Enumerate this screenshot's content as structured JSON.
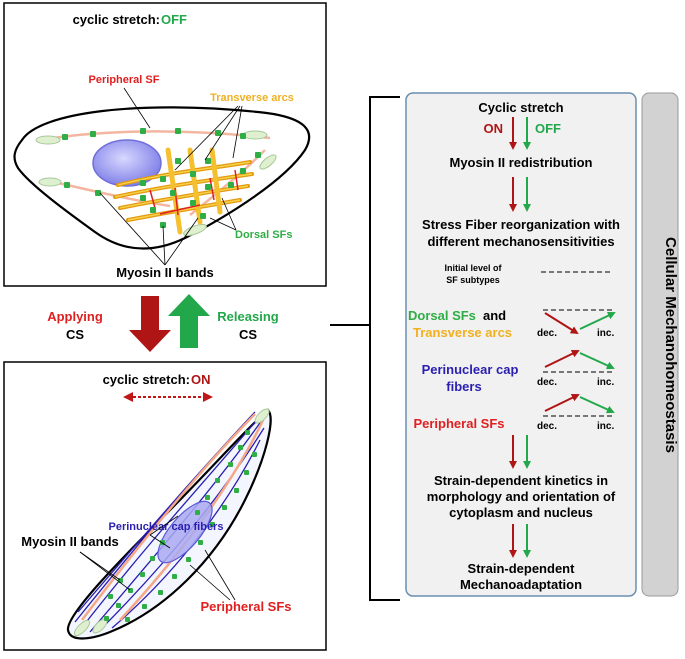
{
  "colors": {
    "off": "#22a84a",
    "on": "#b01515",
    "peripheral": "#e02020",
    "transverse": "#f0b020",
    "dorsal": "#2fae45",
    "perinuclear": "#2a1fb0",
    "nucleus": "#8f8ff0",
    "panel_bg": "#f1f1f1",
    "panel_border": "#6a8faf",
    "side_bg": "#d2d2d2"
  },
  "top_cell": {
    "title_prefix": "cyclic stretch: ",
    "title_state": "OFF",
    "label_peripheral": "Peripheral SF",
    "label_transverse": "Transverse arcs",
    "label_dorsal": "Dorsal SFs",
    "label_myosin": "Myosin II bands"
  },
  "transition": {
    "applying": "Applying",
    "applying_cs": "CS",
    "releasing": "Releasing",
    "releasing_cs": "CS"
  },
  "bottom_cell": {
    "title_prefix": "cyclic stretch: ",
    "title_state": "ON",
    "label_perinuclear": "Perinuclear cap fibers",
    "label_myosin": "Myosin II bands",
    "label_peripheral": "Peripheral SFs"
  },
  "flow": {
    "cyclic_stretch": "Cyclic stretch",
    "on": "ON",
    "off": "OFF",
    "myosin_redistribution": "Myosin II redistribution",
    "sf_reorg_line1": "Stress Fiber reorganization with",
    "sf_reorg_line2": "different mechanosensitivities",
    "initial_line1": "Initial level of",
    "initial_line2": "SF subtypes",
    "dorsal": "Dorsal SFs",
    "and": "and",
    "transverse": "Transverse arcs",
    "perinuclear_line1": "Perinuclear cap",
    "perinuclear_line2": "fibers",
    "peripheral": "Peripheral SFs",
    "dec": "dec.",
    "inc": "inc.",
    "strain_line1": "Strain-dependent kinetics in",
    "strain_line2": "morphology and orientation of",
    "strain_line3": "cytoplasm and nucleus",
    "mechano_line1": "Strain-dependent",
    "mechano_line2": "Mechanoadaptation"
  },
  "side_label": "Cellular Mechanohomeostasis"
}
